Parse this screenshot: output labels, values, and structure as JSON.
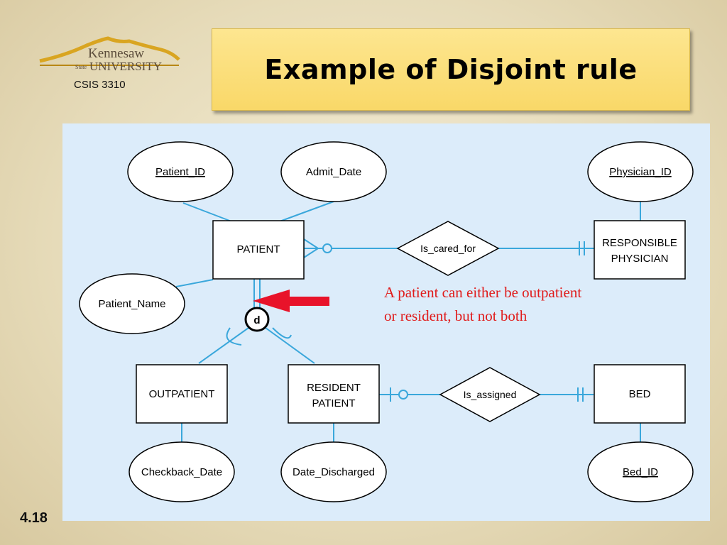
{
  "logo": {
    "line1": "Kennesaw",
    "line2_small": "State",
    "line2": "UNIVERSITY"
  },
  "course": "CSIS 3310",
  "title": "Example of Disjoint rule",
  "slide_number": "4.18",
  "colors": {
    "background": "#ede3c6",
    "title_fill": "#fbe07c",
    "diagram_bg": "#dcecfa",
    "line": "#3aa7db",
    "arrow": "#e8132a",
    "note": "#e01b1b"
  },
  "entities": {
    "patient": "PATIENT",
    "responsible_physician": [
      "RESPONSIBLE",
      "PHYSICIAN"
    ],
    "outpatient": "OUTPATIENT",
    "resident_patient": [
      "RESIDENT",
      "PATIENT"
    ],
    "bed": "BED"
  },
  "attributes": {
    "patient_id": "Patient_ID",
    "admit_date": "Admit_Date",
    "physician_id": "Physician_ID",
    "patient_name": "Patient_Name",
    "checkback_date": "Checkback_Date",
    "date_discharged": "Date_Discharged",
    "bed_id": "Bed_ID"
  },
  "relationships": {
    "is_cared_for": "Is_cared_for",
    "is_assigned": "Is_assigned"
  },
  "disjoint_symbol": "d",
  "note": [
    "A patient can either be outpatient",
    "or resident, but not both"
  ]
}
